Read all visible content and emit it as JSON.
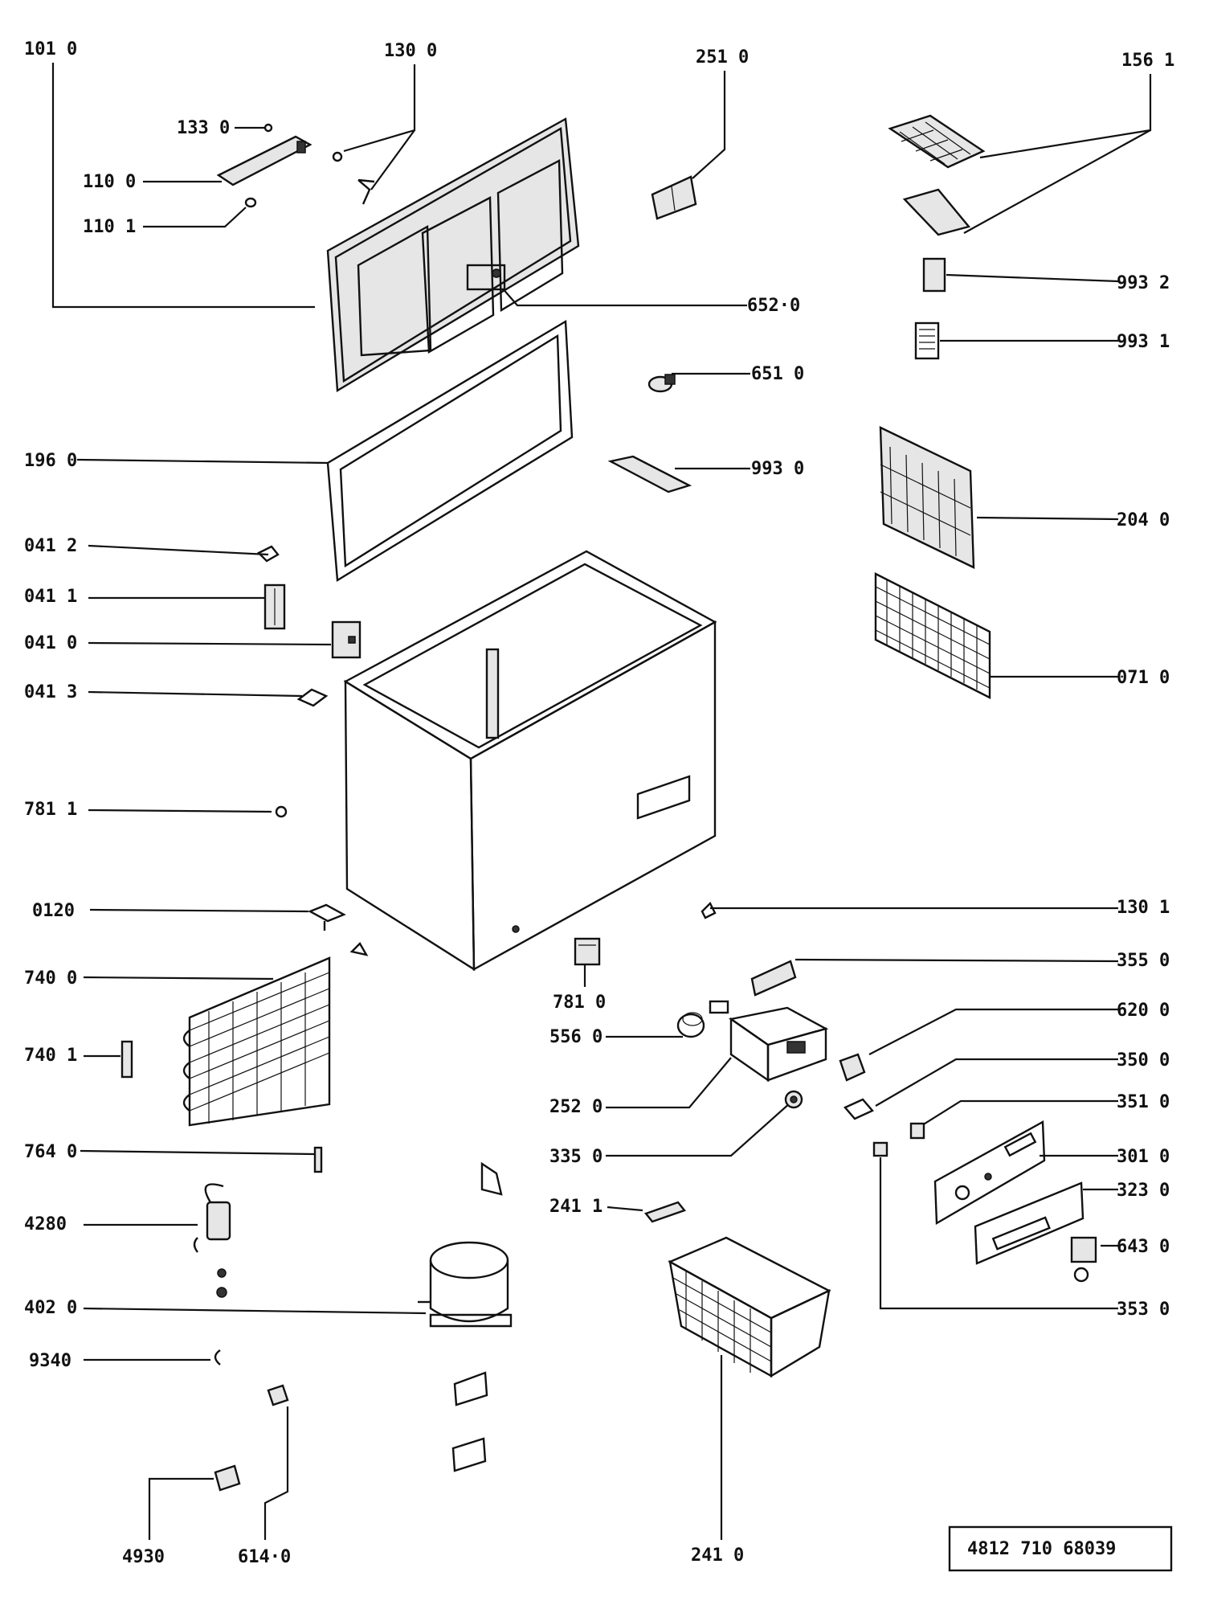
{
  "parts": {
    "p1010": "101 0",
    "p1300": "130 0",
    "p2510": "251 0",
    "p1561": "156  1",
    "p1330": "133 0",
    "p1100": "110  0",
    "p1101": "110  1",
    "p6520": "652·0",
    "p9932": "993 2",
    "p9931": "993 1",
    "p6510": "651 0",
    "p1960": "196  0",
    "p9930": "993 0",
    "p2040": "204 0",
    "p0412": "041 2",
    "p0411": "041 1",
    "p0410": "041 0",
    "p0710": "071 0",
    "p0413": "041 3",
    "p7811": "781 1",
    "p0120": "0120",
    "p1301": "130 1",
    "p7400": "740 0",
    "p3550": "355 0",
    "p7810": "781 0",
    "p6200": "620 0",
    "p5560": "556 0",
    "p7401": "740 1",
    "p3500": "350 0",
    "p2520": "252 0",
    "p3510": "351 0",
    "p7640": "764 0",
    "p3350": "335 0",
    "p3010": "301 0",
    "p3230": "323 0",
    "p2411": "241 1",
    "p4280": "4280",
    "p6430": "643 0",
    "p4020": "402 0",
    "p3530": "353 0",
    "p9340": "9340",
    "p4930": "4930",
    "p6140": "614·0",
    "p2410": "241 0"
  },
  "drawing_number": "4812   710    68039"
}
